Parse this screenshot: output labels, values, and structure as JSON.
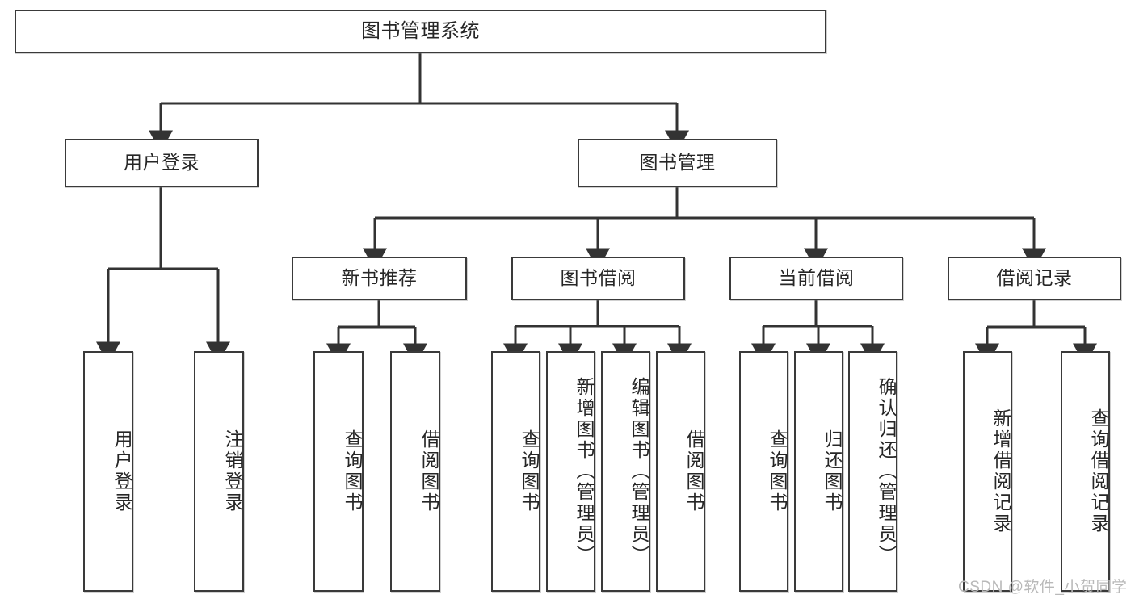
{
  "diagram": {
    "title": "图书管理系统",
    "type": "hierarchy-tree",
    "root": {
      "label": "图书管理系统"
    },
    "level2": [
      {
        "label": "用户登录"
      },
      {
        "label": "图书管理"
      }
    ],
    "level3": [
      {
        "label": "新书推荐"
      },
      {
        "label": "图书借阅"
      },
      {
        "label": "当前借阅"
      },
      {
        "label": "借阅记录"
      }
    ],
    "leaves_user_login": [
      {
        "label": "用户登录"
      },
      {
        "label": "注销登录"
      }
    ],
    "leaves_new_book": [
      {
        "label": "查询图书"
      },
      {
        "label": "借阅图书"
      }
    ],
    "leaves_borrow": [
      {
        "label": "查询图书"
      },
      {
        "label": "新增图书（管理员）"
      },
      {
        "label": "编辑图书（管理员）"
      },
      {
        "label": "借阅图书"
      }
    ],
    "leaves_current": [
      {
        "label": "查询图书"
      },
      {
        "label": "归还图书"
      },
      {
        "label": "确认归还（管理员）"
      }
    ],
    "leaves_records": [
      {
        "label": "新增借阅记录"
      },
      {
        "label": "查询借阅记录"
      }
    ]
  },
  "watermark": {
    "text": "CSDN @软件_小贺同学"
  },
  "colors": {
    "border": "#3a3a3a",
    "text": "#262626",
    "background": "#ffffff",
    "watermark": "#b9b9b9"
  }
}
